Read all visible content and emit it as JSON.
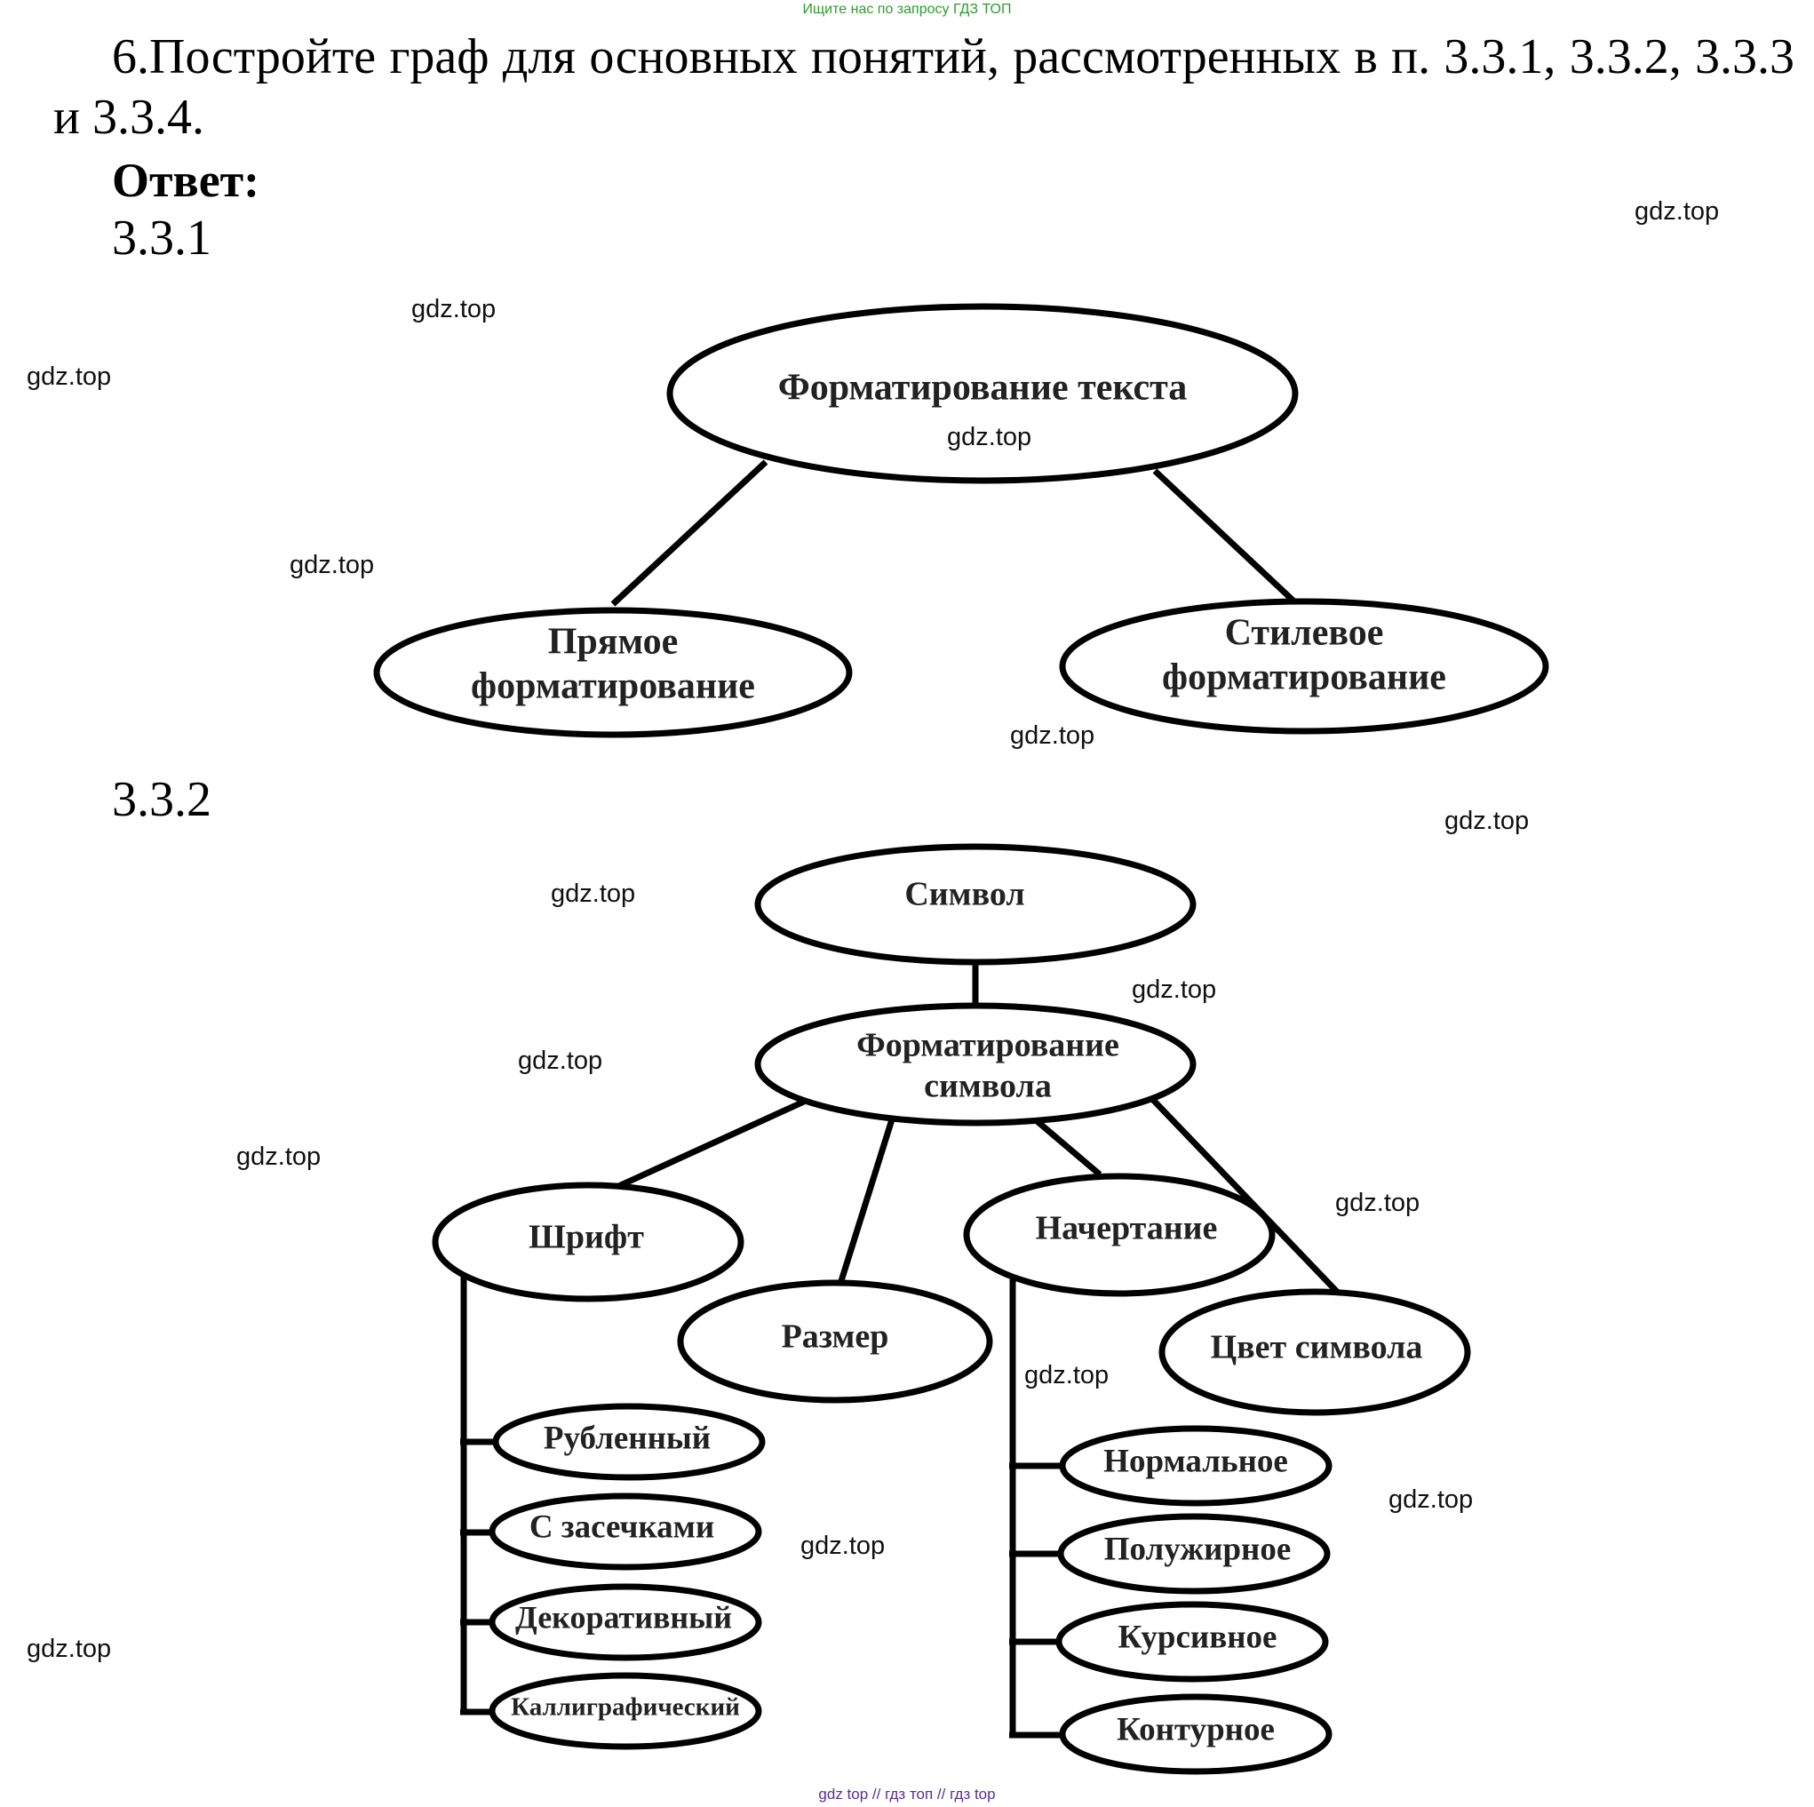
{
  "banner": "Ищите нас по запросу ГДЗ ТОП",
  "task": "6.Постройте граф для основных понятий, рассмотренных в п. 3.3.1, 3.3.2, 3.3.3 и 3.3.4.",
  "answer_label": "Ответ:",
  "section1": {
    "title": "3.3.1",
    "root": "Форматирование текста",
    "direct": [
      "Прямое",
      "форматирование"
    ],
    "style": [
      "Стилевое",
      "форматирование"
    ]
  },
  "section2": {
    "title": "3.3.2",
    "symbol": "Символ",
    "char_format": [
      "Форматирование",
      "символа"
    ],
    "font": "Шрифт",
    "size": "Размер",
    "typeface": "Начертание",
    "color": "Цвет символа",
    "font_types": [
      "Рубленный",
      "С засечками",
      "Декоративный",
      "Каллиграфический"
    ],
    "typeface_types": [
      "Нормальное",
      "Полужирное",
      "Курсивное",
      "Контурное"
    ]
  },
  "watermark": "gdz.top",
  "footer": "gdz top  //  гдз топ  //  гдз top"
}
